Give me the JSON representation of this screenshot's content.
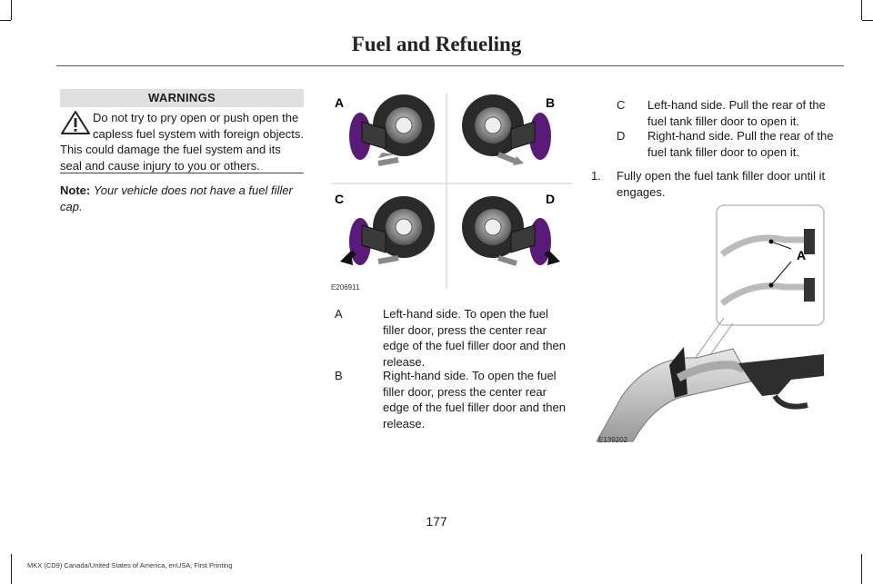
{
  "header": {
    "title": "Fuel and Refueling"
  },
  "warnings": {
    "heading": "WARNINGS",
    "text": "Do not try to pry open or push open the capless fuel system with foreign objects. This could damage the fuel system and its seal and cause injury to you or others."
  },
  "note": {
    "label": "Note:",
    "text": "Your vehicle does not have a fuel filler cap."
  },
  "figure1": {
    "code": "E206911",
    "panel_labels": [
      "A",
      "B",
      "C",
      "D"
    ]
  },
  "legend": [
    {
      "key": "A",
      "text": "Left-hand side. To open the fuel filler door, press the center rear edge of the fuel filler door and then release."
    },
    {
      "key": "B",
      "text": "Right-hand side. To open the fuel filler door, press the center rear edge of the fuel filler door and then release."
    },
    {
      "key": "C",
      "text": "Left-hand side. Pull the rear of the fuel tank filler door to open it."
    },
    {
      "key": "D",
      "text": "Right-hand side. Pull the rear of the fuel tank filler door to open it."
    }
  ],
  "step": {
    "number": "1.",
    "text": "Fully open the fuel tank filler door until it engages."
  },
  "figure2": {
    "code": "E139202",
    "label": "A"
  },
  "page_number": "177",
  "footer": "MKX (CD9) Canada/United States of America, enUSA, First Printing",
  "colors": {
    "accent_purple": "#5a1a78",
    "gray_panel": "#e0e0e0"
  }
}
